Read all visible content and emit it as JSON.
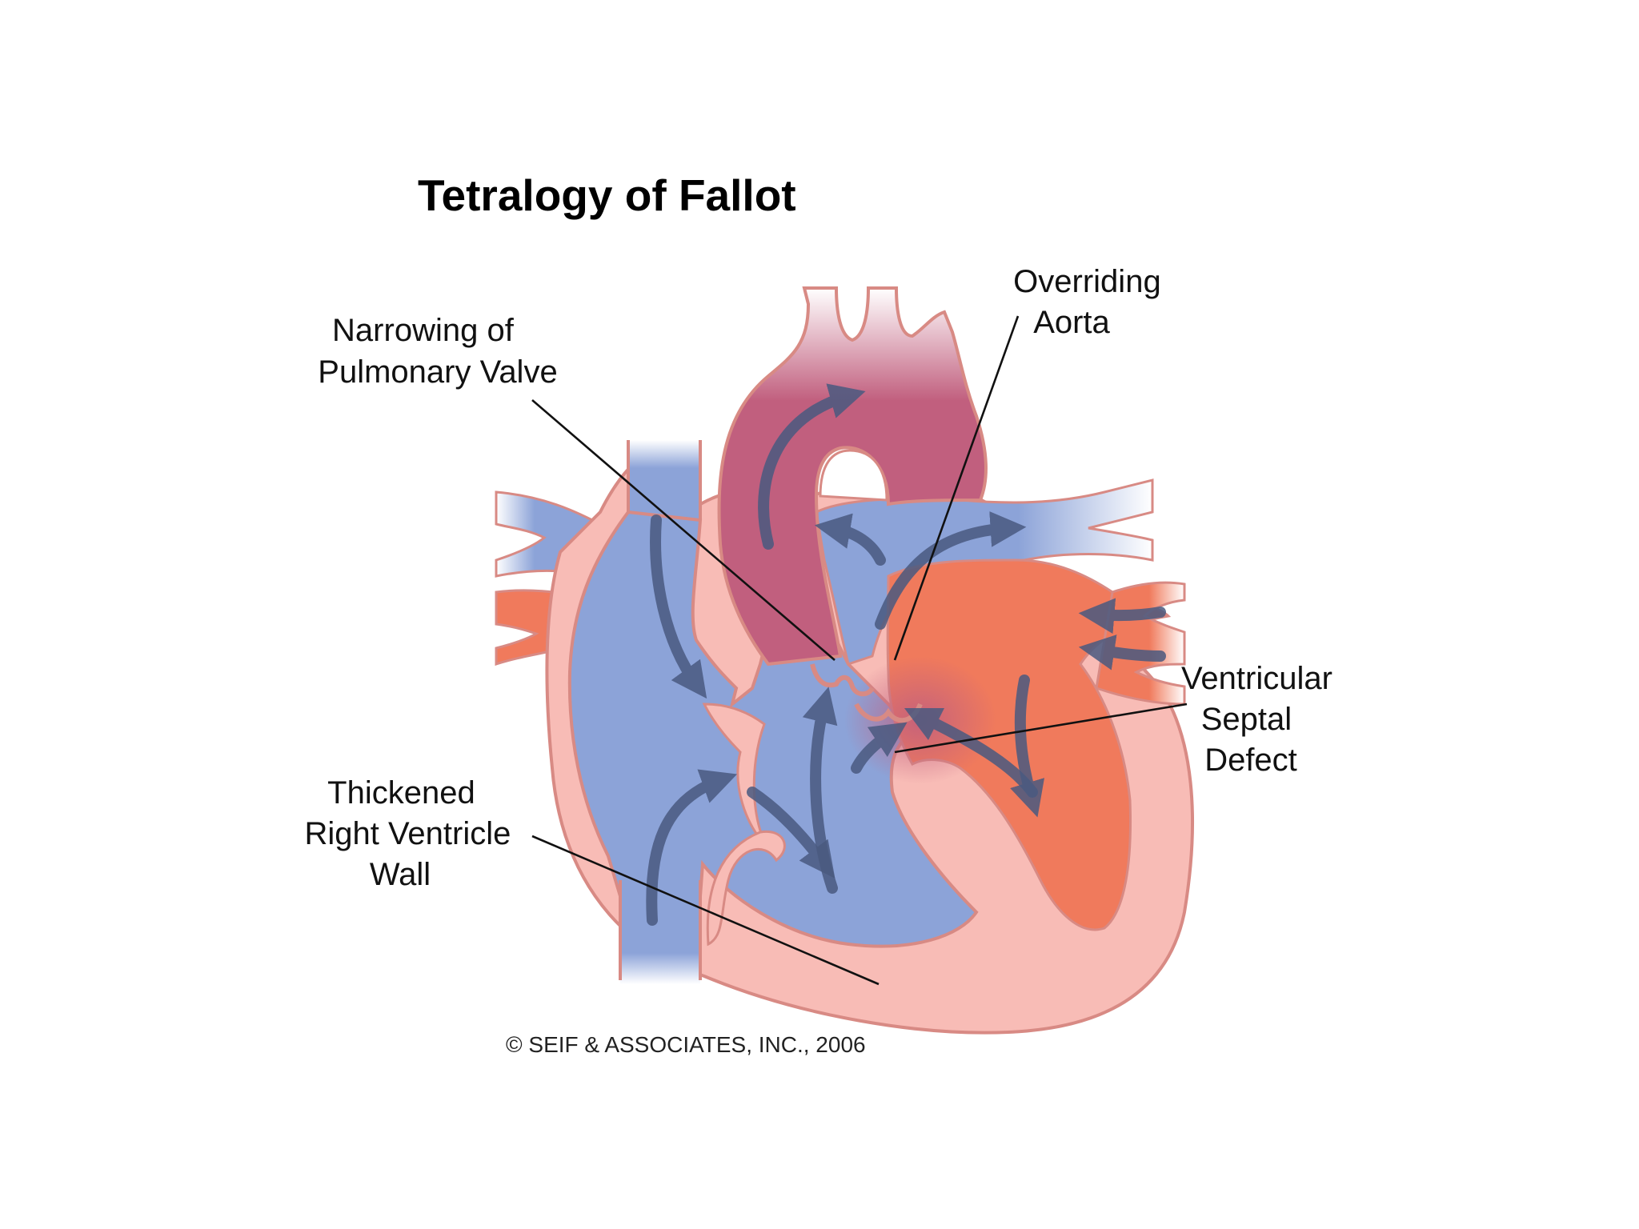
{
  "title": "Tetralogy of Fallot",
  "labels": {
    "pulmonary_valve": [
      "Narrowing of",
      "Pulmonary Valve"
    ],
    "overriding_aorta": [
      "Overriding",
      "Aorta"
    ],
    "septal_defect": [
      "Ventricular",
      "Septal",
      "Defect"
    ],
    "rv_wall": [
      "Thickened",
      "Right Ventricle",
      "Wall"
    ]
  },
  "copyright": "© SEIF & ASSOCIATES, INC., 2006",
  "colors": {
    "deoxygenated_blood": "#8ca3d8",
    "oxygenated_blood": "#f07a5c",
    "aorta_mixed": "#c15f7e",
    "heart_tissue": "#f8bcb6",
    "tissue_outline": "#d88a84",
    "flow_arrows": "#4a5a80"
  }
}
